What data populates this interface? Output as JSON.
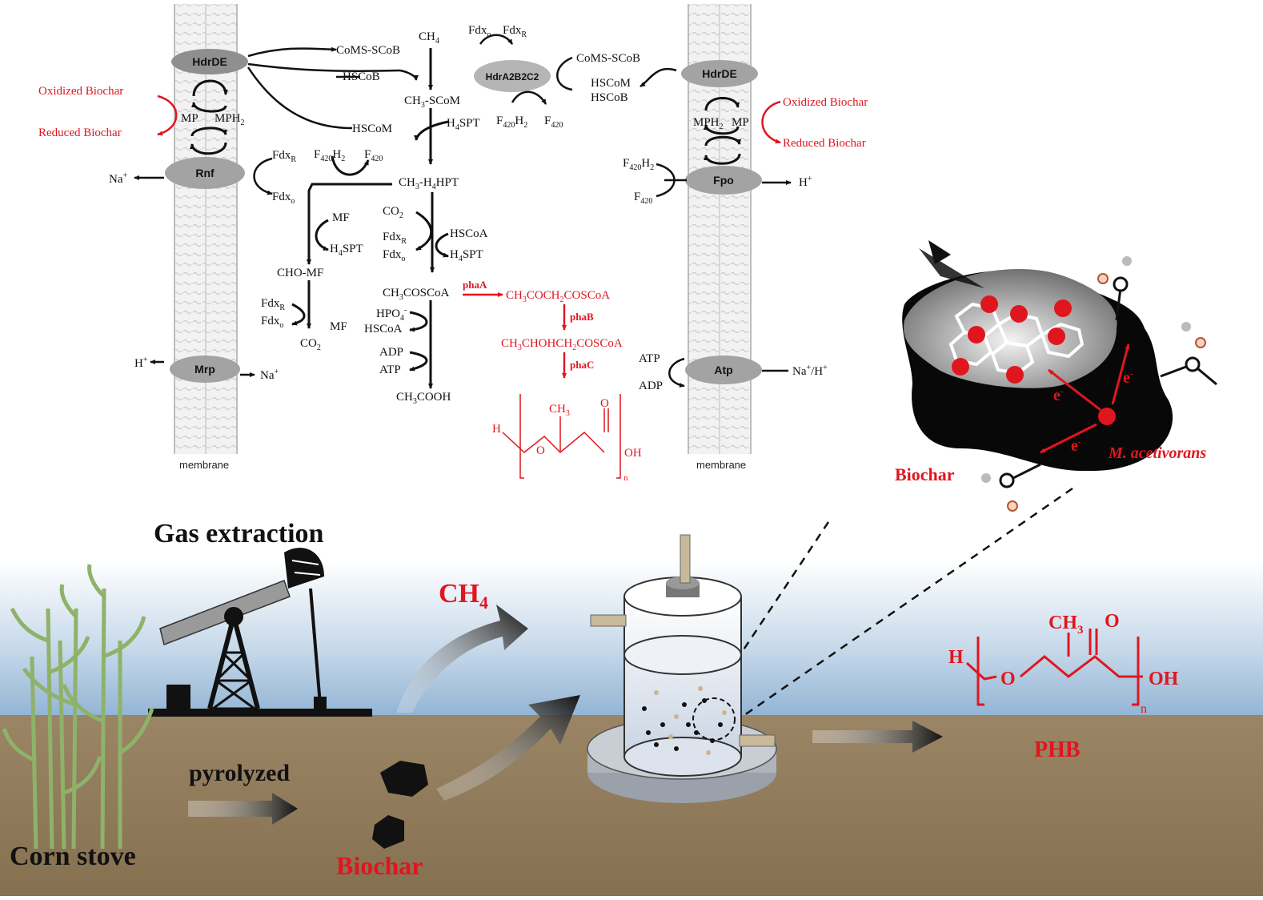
{
  "membranes": {
    "label": "membrane"
  },
  "enzymes": {
    "hdrde": "HdrDE",
    "rnf": "Rnf",
    "mrp": "Mrp",
    "hdra2b2c2": "HdrA2B2C2",
    "fpo": "Fpo",
    "atp": "Atp"
  },
  "biochar_redox": {
    "oxidized": "Oxidized Biochar",
    "reduced": "Reduced Biochar"
  },
  "pathway": {
    "methane": "CH",
    "methyl_scom": "-SCoM",
    "h4spt": "SPT",
    "methyl_h4hpt": "-H",
    "hpt": "HPT",
    "co2": "CO",
    "mf": "MF",
    "cho_mf": "CHO-MF",
    "acetyl_scoa": "COSCoA",
    "hscoa": "HSCoA",
    "hpo4": "HPO",
    "adp": "ADP",
    "atp": "ATP",
    "acetate": "COOH",
    "coms_scob": "CoMS-SCoB",
    "hscob": "HSCoB",
    "hscom": "HSCoM",
    "fdx": "Fdx",
    "f420": "F",
    "mp": "MP",
    "mph2": "MPH",
    "na": "Na",
    "h": "H",
    "na_h": "Na"
  },
  "phb_pathway": {
    "phaA": "phaA",
    "phaB": "phaB",
    "phaC": "phaC",
    "acetoacetyl": "COCH",
    "hydroxybutyryl": "CHOHCH",
    "coscoa": "COSCoA"
  },
  "chemical_structure": {
    "h": "H",
    "o": "O",
    "oh": "OH",
    "ch3": "CH",
    "n": "n"
  },
  "cell_diagram": {
    "electron": "e",
    "organism": "M. acetivorans",
    "biochar": "Biochar"
  },
  "process": {
    "gas_extraction": "Gas extraction",
    "methane": "CH",
    "pyrolyzed": "pyrolyzed",
    "corn_stove": "Corn stove",
    "biochar": "Biochar",
    "phb": "PHB"
  },
  "colors": {
    "red": "#e0161f",
    "grey": "#9a9a9a",
    "soil": "#8f7a5b",
    "sky": "#a9c6df"
  }
}
